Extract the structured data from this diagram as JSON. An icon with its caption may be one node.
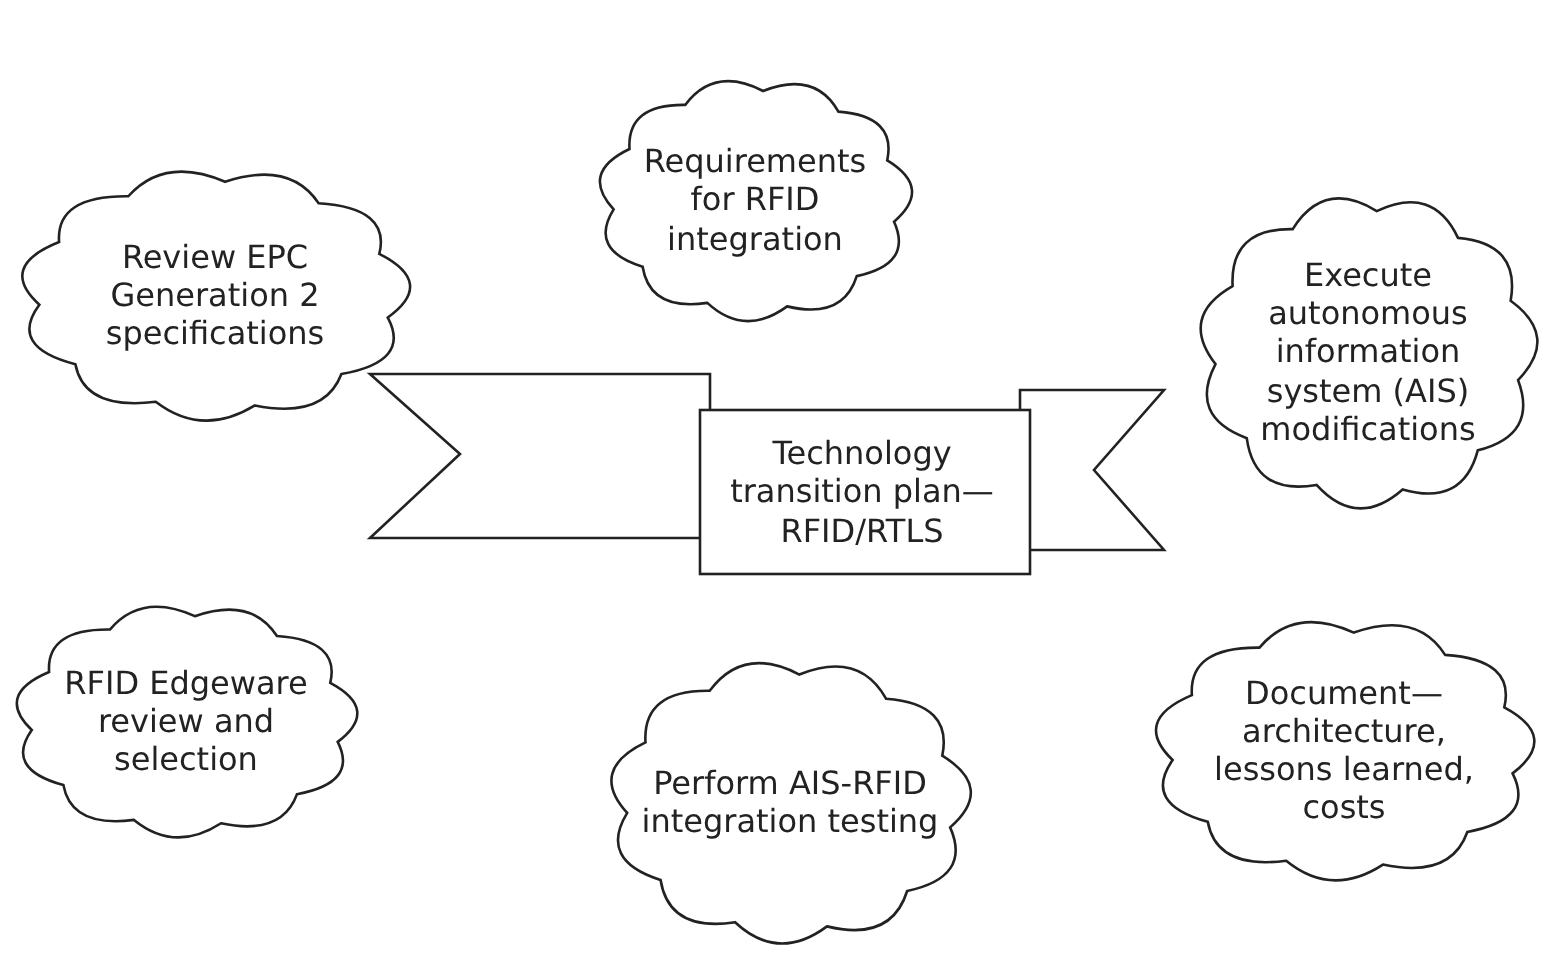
{
  "diagram": {
    "nodes": [
      {
        "text": [
          "Review EPC Generation 2 specifications"
        ]
      },
      {
        "text": [
          "Requirements for RFID integration"
        ]
      },
      {
        "text": [
          "Execute autonomous information system (AIS) modifications"
        ]
      },
      {
        "text": [
          "Technology transition plan—RFID/RTLS"
        ]
      },
      {
        "text": [
          "RFID Edgeware review and selection"
        ]
      },
      {
        "text": [
          "Perform AIS-RFID integration testing"
        ]
      },
      {
        "text": [
          "Document—architecture, lessons learned, costs"
        ]
      }
    ],
    "edges": []
  }
}
